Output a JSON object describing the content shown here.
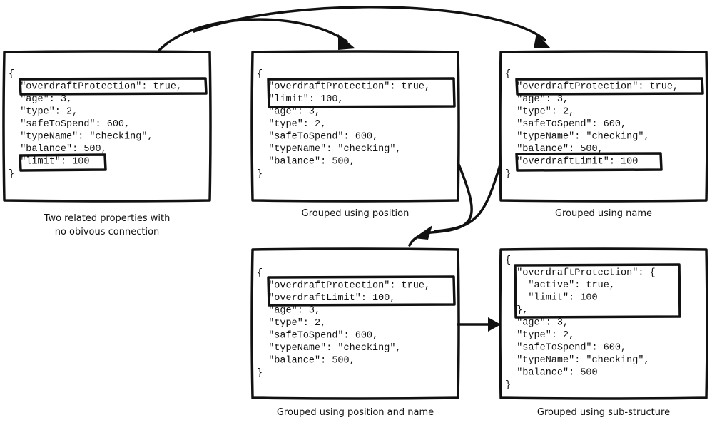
{
  "panels": [
    {
      "id": "panel-original",
      "caption": [
        "Two related properties with",
        "no obivous connection"
      ],
      "lines": [
        "{",
        "  \"overdraftProtection\": true,",
        "  \"age\": 3,",
        "  \"type\": 2,",
        "  \"safeToSpend\": 600,",
        "  \"typeName\": \"checking\",",
        "  \"balance\": 500,",
        "  \"limit\": 100",
        "}"
      ]
    },
    {
      "id": "panel-position",
      "caption": [
        "Grouped using position"
      ],
      "lines": [
        "{",
        "  \"overdraftProtection\": true,",
        "  \"limit\": 100,",
        "  \"age\": 3,",
        "  \"type\": 2,",
        "  \"safeToSpend\": 600,",
        "  \"typeName\": \"checking\",",
        "  \"balance\": 500,",
        "}"
      ]
    },
    {
      "id": "panel-name",
      "caption": [
        "Grouped using name"
      ],
      "lines": [
        "{",
        "  \"overdraftProtection\": true,",
        "  \"age\": 3,",
        "  \"type\": 2,",
        "  \"safeToSpend\": 600,",
        "  \"typeName\": \"checking\",",
        "  \"balance\": 500,",
        "  \"overdraftLimit\": 100",
        "}"
      ]
    },
    {
      "id": "panel-position-and-name",
      "caption": [
        "Grouped using position and name"
      ],
      "lines": [
        "{",
        "  \"overdraftProtection\": true,",
        "  \"overdraftLimit\": 100,",
        "  \"age\": 3,",
        "  \"type\": 2,",
        "  \"safeToSpend\": 600,",
        "  \"typeName\": \"checking\",",
        "  \"balance\": 500,",
        "}"
      ]
    },
    {
      "id": "panel-sub-structure",
      "caption": [
        "Grouped using sub-structure"
      ],
      "lines": [
        "{",
        "  \"overdraftProtection\": {",
        "    \"active\": true,",
        "    \"limit\": 100",
        "  },",
        "  \"age\": 3,",
        "  \"type\": 2,",
        "  \"safeToSpend\": 600,",
        "  \"typeName\": \"checking\",",
        "  \"balance\": 500",
        "}"
      ]
    }
  ]
}
